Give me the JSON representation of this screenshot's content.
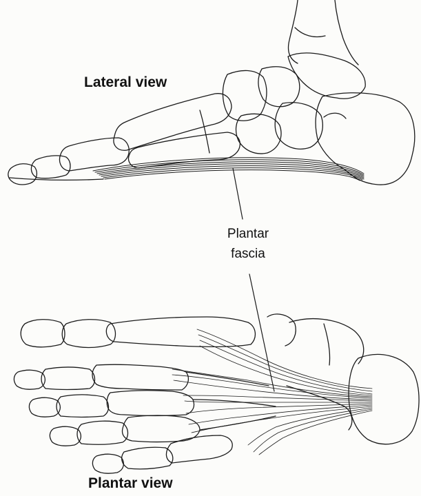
{
  "figure": {
    "lateral_label": "Lateral view",
    "plantar_label": "Plantar view",
    "callout": {
      "line1": "Plantar",
      "line2": "fascia"
    }
  },
  "colors": {
    "ink": "#1a1a1a",
    "paper": "#fcfcfa"
  }
}
